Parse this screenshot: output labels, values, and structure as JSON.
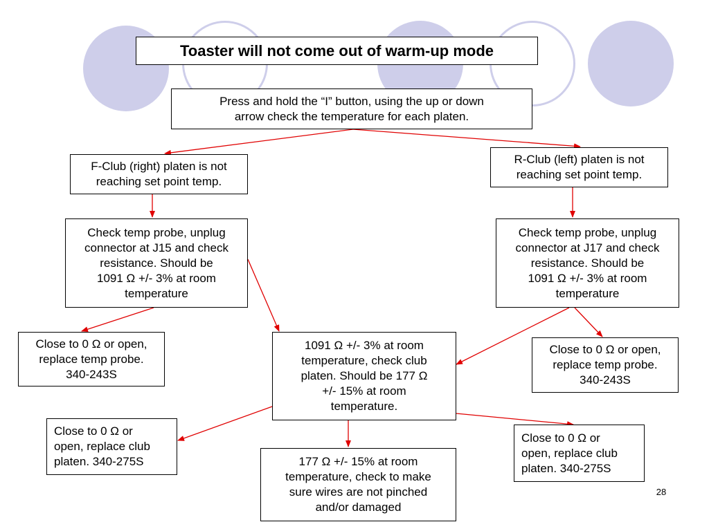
{
  "title": "Toaster will not come out of warm-up mode",
  "nodes": {
    "start": "Press and hold the “I” button, using the up or down\narrow check the temperature for each platen.",
    "f_club": "F-Club (right) platen is not\nreaching set point temp.",
    "r_club": "R-Club (left) platen is not\nreaching set point temp.",
    "check_j15": "Check temp probe, unplug\nconnector at J15 and check\nresistance.  Should be\n1091 Ω +/- 3% at room\ntemperature",
    "check_j17": "Check temp probe, unplug\nconnector at J17 and check\nresistance.  Should be\n1091 Ω +/- 3% at room\ntemperature",
    "probe_left": "Close to 0 Ω or open,\nreplace temp probe.\n340-243S",
    "probe_right": "Close to 0 Ω or open,\nreplace temp probe.\n340-243S",
    "club_check": "1091 Ω +/- 3% at room\ntemperature, check club\nplaten.  Should be 177 Ω\n+/- 15% at room\ntemperature.",
    "platen_left": "Close to 0 Ω or\nopen, replace club\nplaten.  340-275S",
    "platen_right": "Close to 0 Ω or\nopen, replace club\nplaten.  340-275S",
    "wires": "177 Ω +/- 15% at room\ntemperature, check to make\nsure wires are not pinched\nand/or damaged"
  },
  "page_number": "28",
  "colors": {
    "arrow": "#e00000",
    "decoration": "#ceceea",
    "border": "#000000"
  }
}
